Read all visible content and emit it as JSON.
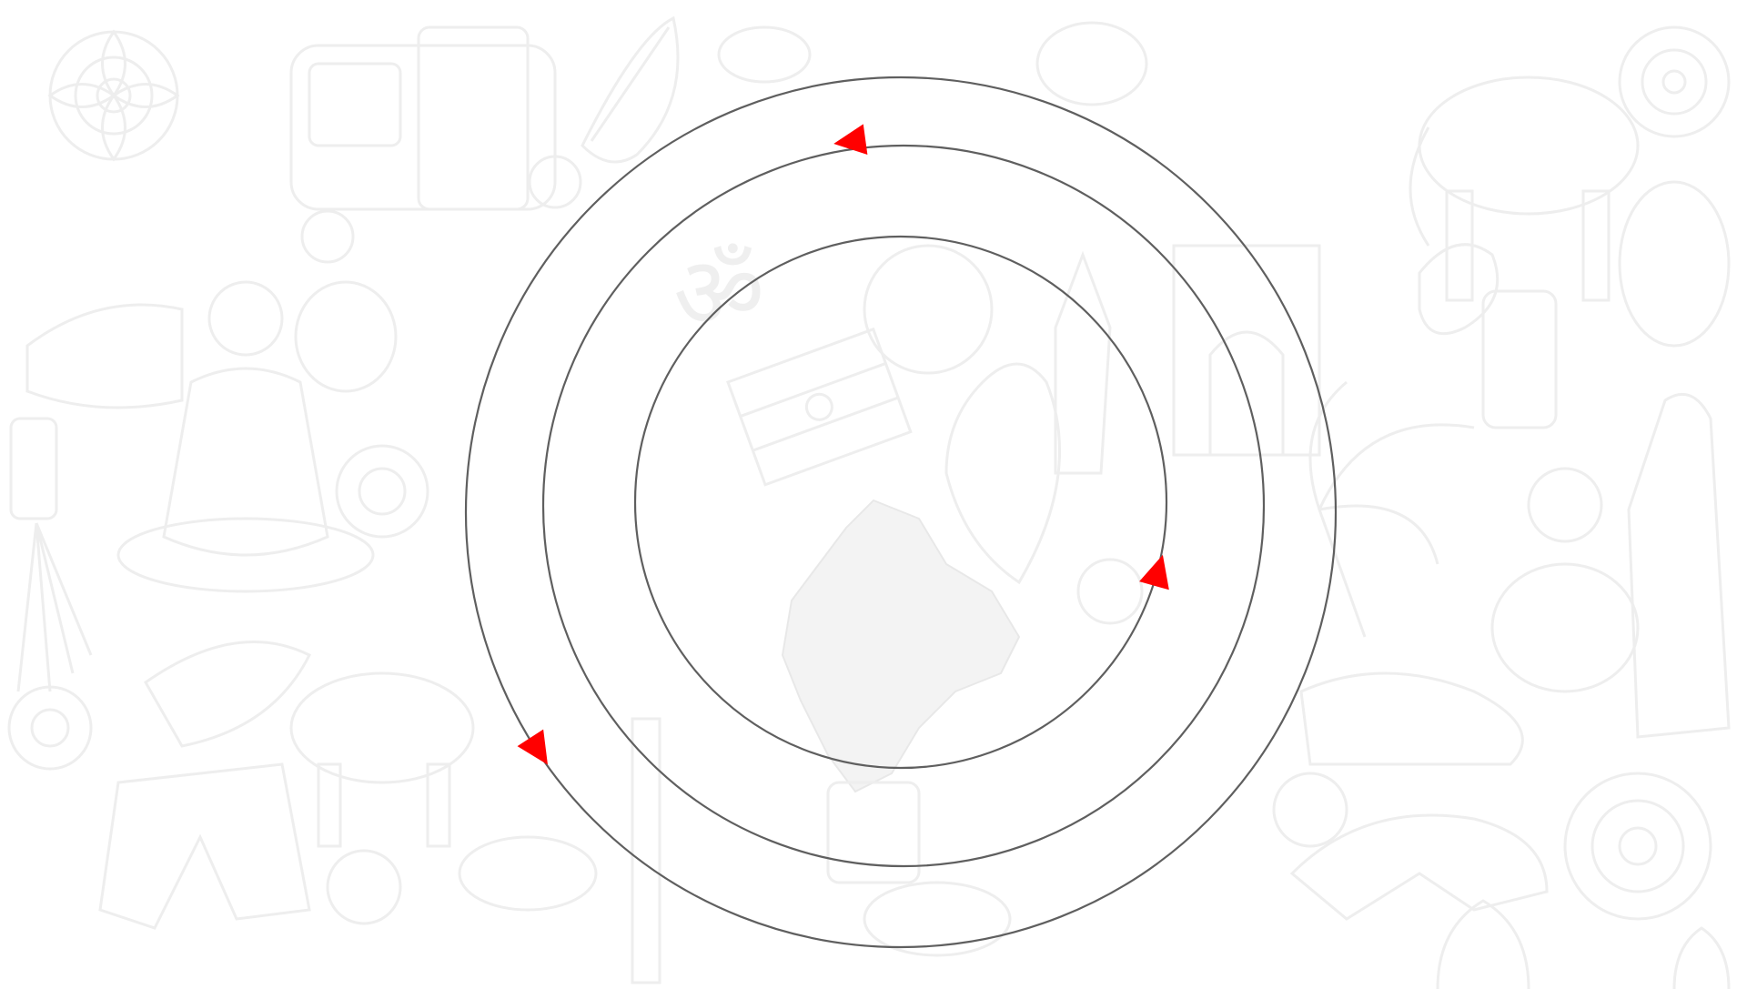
{
  "diagram": {
    "rings": [
      {
        "id": "outer",
        "direction": "counterclockwise"
      },
      {
        "id": "middle",
        "direction": "counterclockwise"
      },
      {
        "id": "inner",
        "direction": "counterclockwise"
      }
    ],
    "ring_color": "#5f5f5f",
    "arrow_color": "#ff0000",
    "background_pattern": "india-doodle-pattern",
    "background_pattern_color": "#ececec"
  }
}
